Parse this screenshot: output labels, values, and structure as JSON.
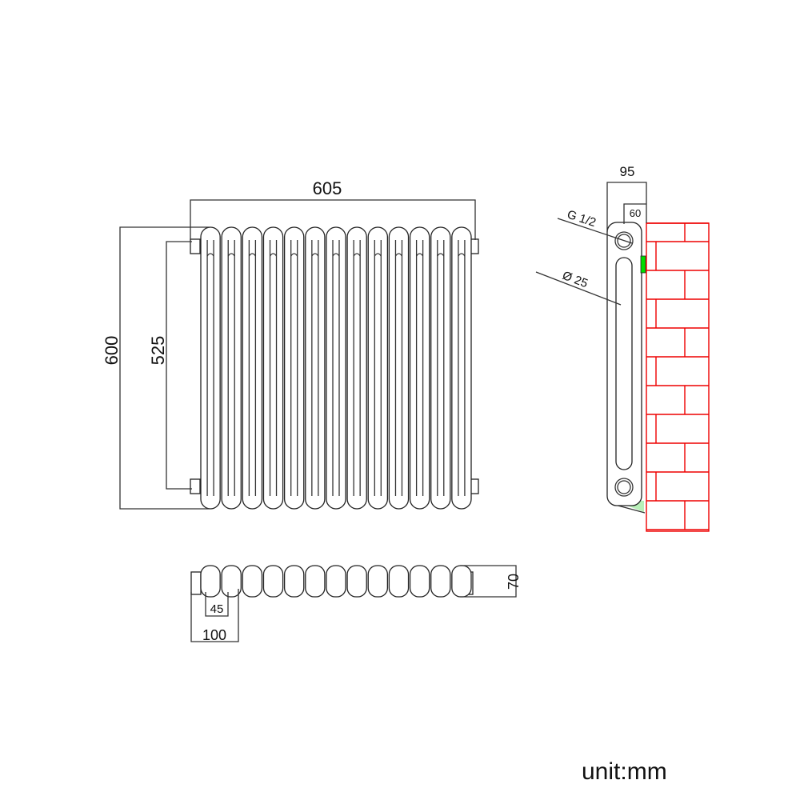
{
  "dimensions": {
    "width": "605",
    "height": "600",
    "pipe_centres": "525",
    "depth": "95",
    "bracket_offset": "60",
    "thread": "G 1/2",
    "tube_diameter": "Ø 25",
    "section_pitch": "45",
    "end_offset": "100",
    "section_depth": "70"
  },
  "sections": 13,
  "unit_label": "unit:mm",
  "colors": {
    "line": "#222222",
    "wall": "#ee0000",
    "bracket": "#00dd00",
    "floor": "#b8f0b8"
  }
}
